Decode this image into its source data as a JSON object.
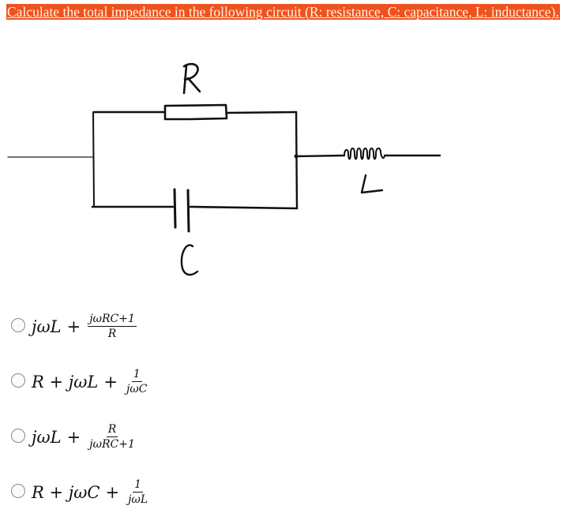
{
  "question": {
    "text": "Calculate the total impedance in the following circuit (R: resistance, C: capacitance, L: inductance).",
    "highlight_color": "#f0521e",
    "text_color": "#fff6e6"
  },
  "circuit": {
    "labels": {
      "resistor": "R",
      "capacitor": "C",
      "inductor": "L"
    },
    "description": "Resistor R in parallel with capacitor C, in series with inductor L"
  },
  "options": [
    {
      "id": "a",
      "lead": "jωL",
      "op": "+",
      "num": "jωRC+1",
      "den": "R",
      "selected": false
    },
    {
      "id": "b",
      "lead": "R + jωL",
      "op": "+",
      "num": "1",
      "den": "jωC",
      "selected": false
    },
    {
      "id": "c",
      "lead": "jωL",
      "op": "+",
      "num": "R",
      "den": "jωRC+1",
      "selected": false
    },
    {
      "id": "d",
      "lead": "R + jωC",
      "op": "+",
      "num": "1",
      "den": "jωL",
      "selected": false
    }
  ]
}
